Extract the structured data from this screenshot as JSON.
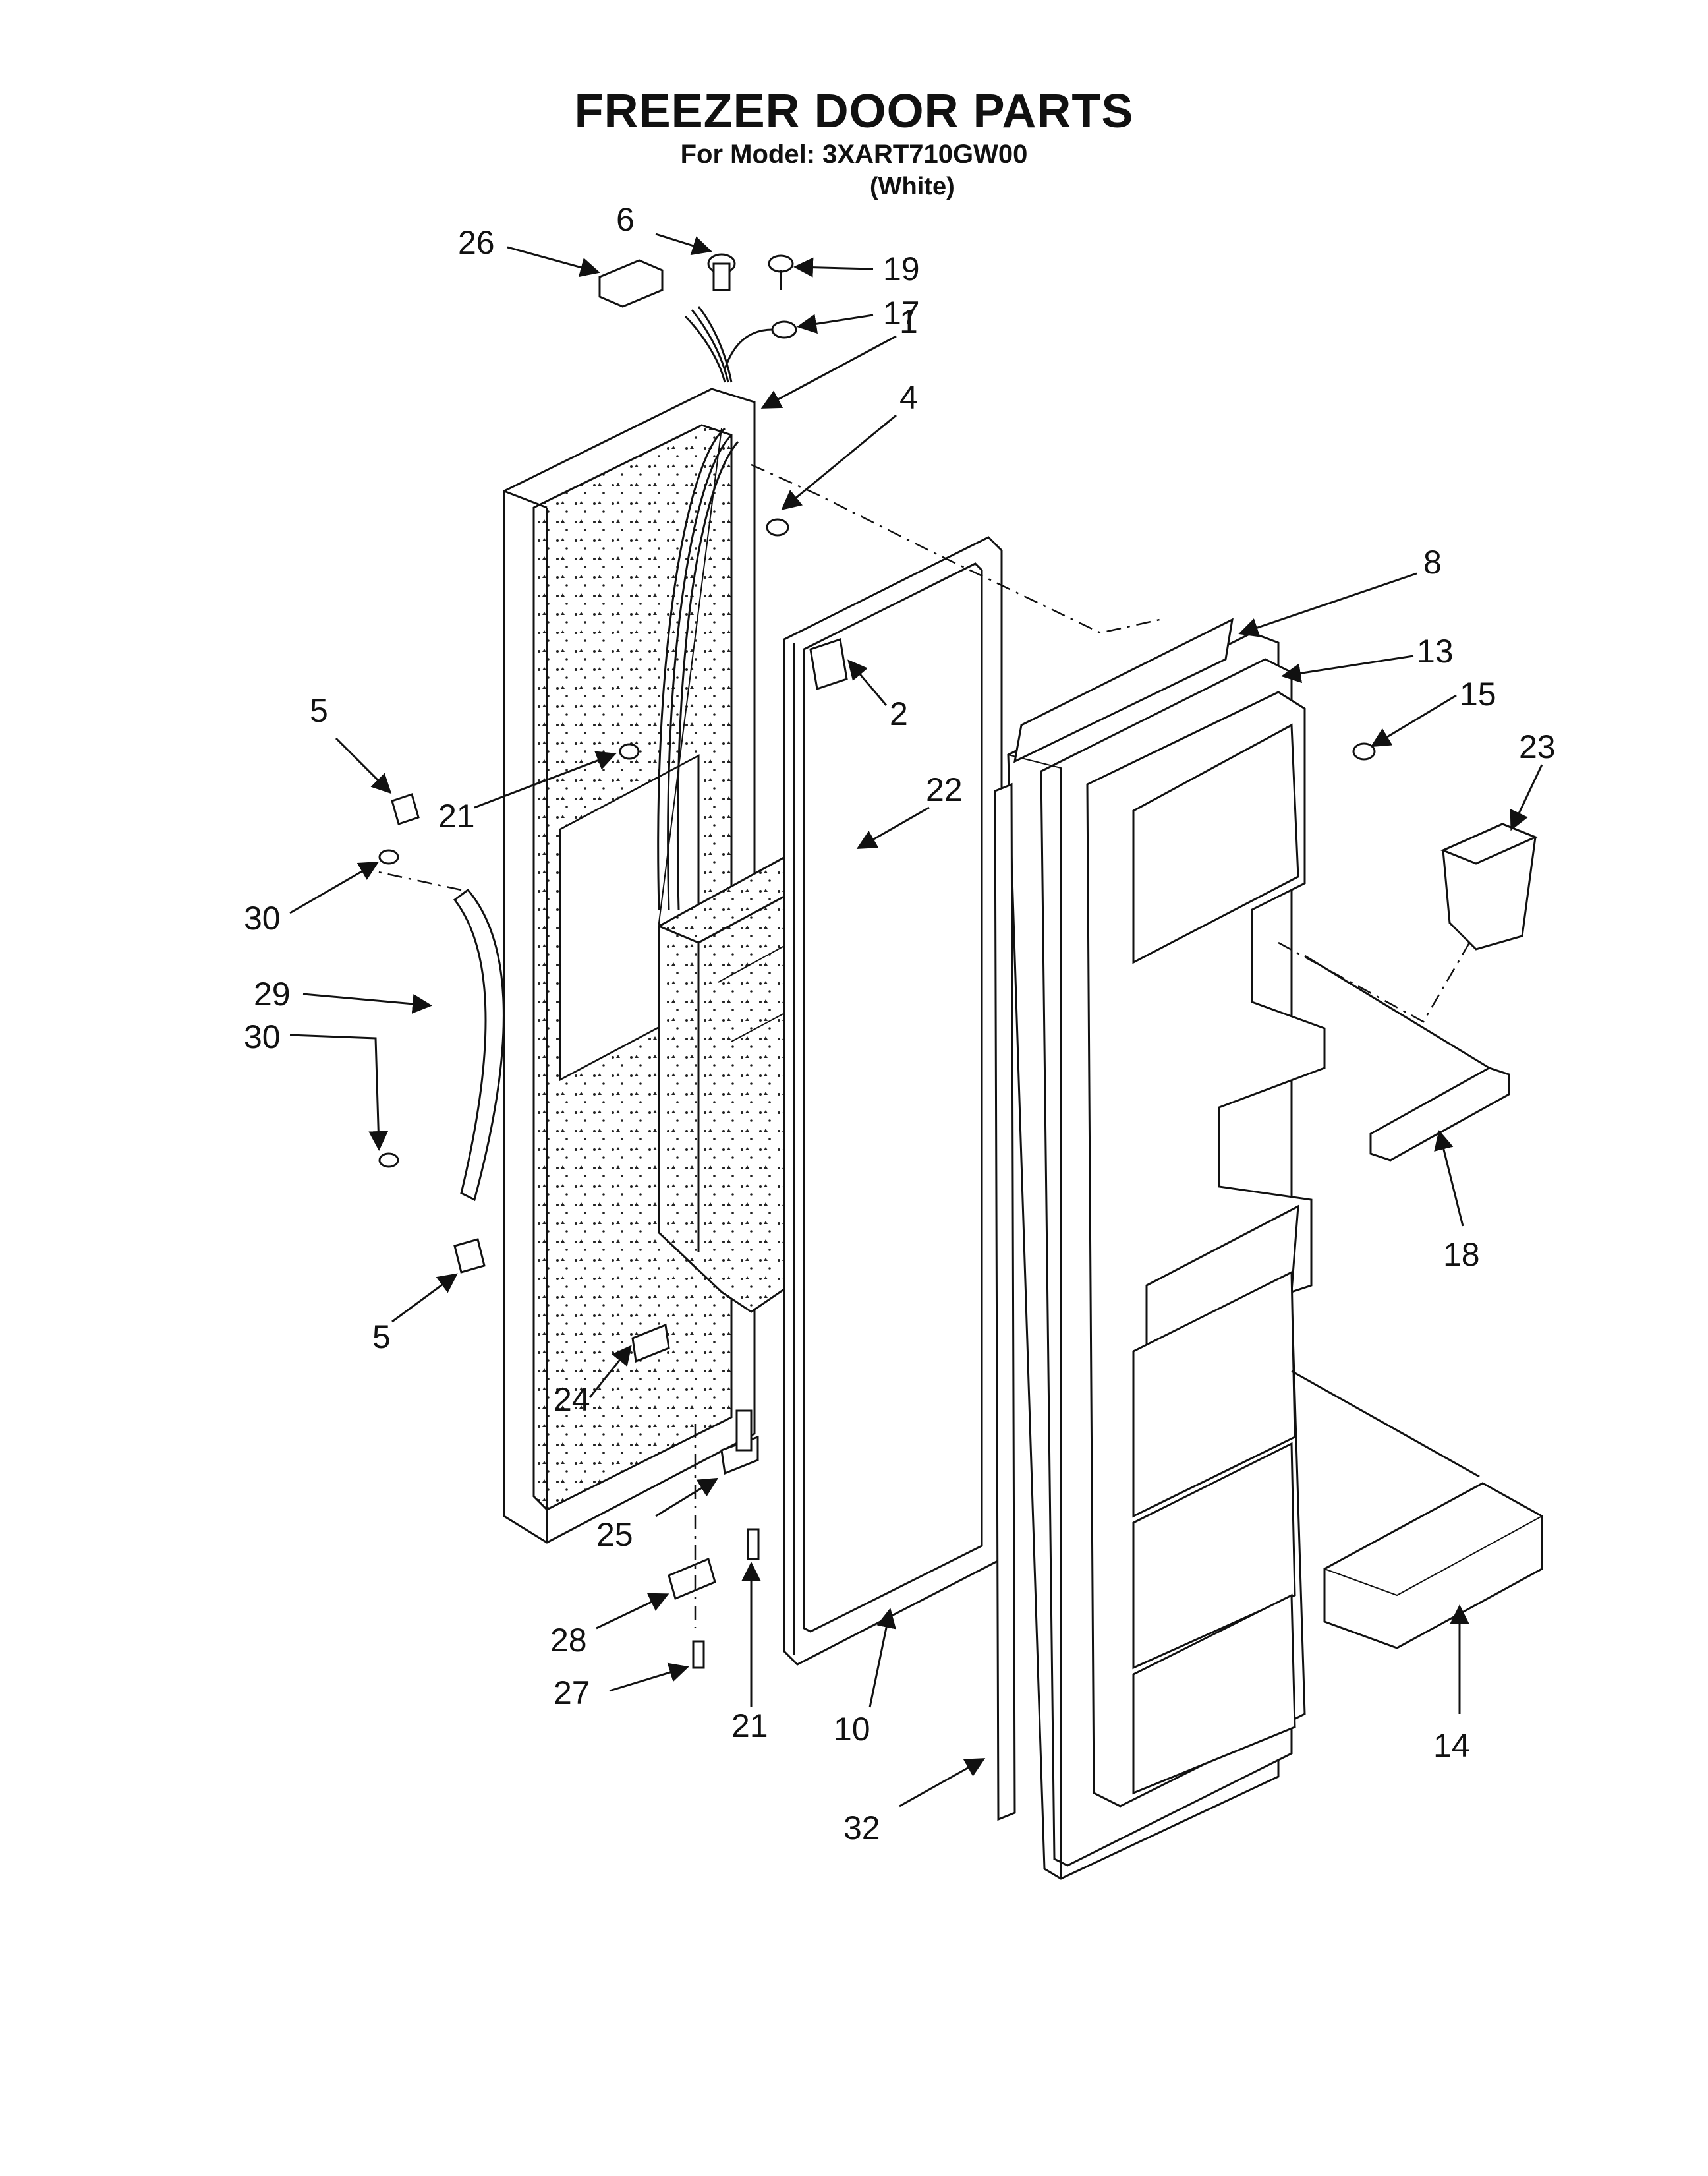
{
  "header": {
    "title": "FREEZER DOOR PARTS",
    "model_line": "For Model: 3XART710GW00",
    "color_line": "(White)"
  },
  "callouts": [
    "26",
    "6",
    "19",
    "17",
    "1",
    "4",
    "8",
    "13",
    "15",
    "23",
    "5",
    "21",
    "2",
    "22",
    "30",
    "29",
    "30",
    "18",
    "5",
    "24",
    "25",
    "28",
    "27",
    "21",
    "10",
    "14",
    "32"
  ]
}
